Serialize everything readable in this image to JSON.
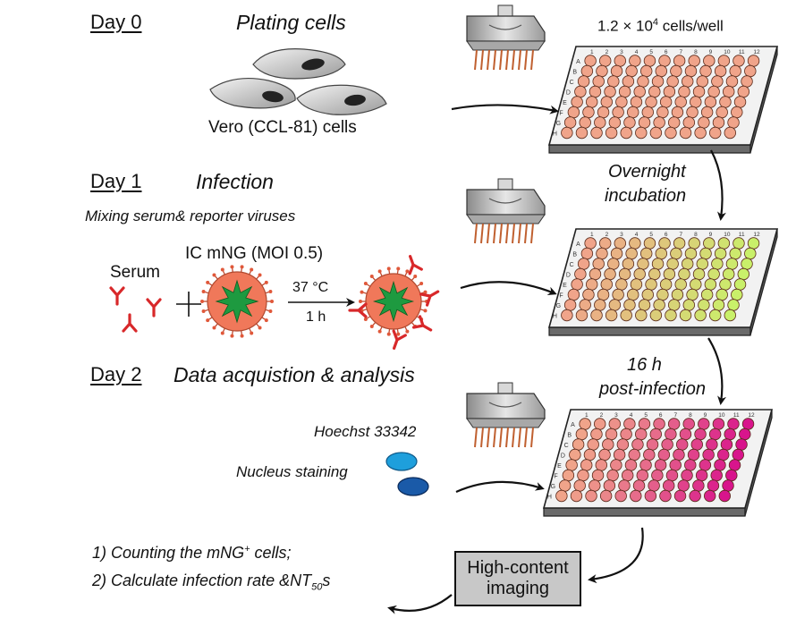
{
  "day0": {
    "label": "Day 0",
    "title": "Plating cells",
    "cells_label": "Vero (CCL-81) cells",
    "density_prefix": "1.2 × 10",
    "density_exp": "4",
    "density_suffix": " cells/well"
  },
  "step1": {
    "label": "Overnight",
    "label2": "incubation"
  },
  "day1": {
    "label": "Day 1",
    "title": "Infection",
    "subtitle": "Mixing serum& reporter viruses",
    "serum_label": "Serum",
    "virus_label": "IC mNG (MOI 0.5)",
    "plus": "+",
    "temp": "37 °C",
    "time": "1 h"
  },
  "step2": {
    "label": "16 h",
    "label2": "post-infection"
  },
  "day2": {
    "label": "Day 2",
    "title": "Data acquistion & analysis",
    "stain_name": "Hoechst 33342",
    "stain_label": "Nucleus staining",
    "analysis1_pre": "1) Counting the mNG",
    "analysis1_sup": "+",
    "analysis1_post": " cells;",
    "analysis2_pre": "2) Calculate infection rate &NT",
    "analysis2_sub": "50",
    "analysis2_post": "s",
    "imaging_line1": "High-content",
    "imaging_line2": "imaging"
  },
  "plate": {
    "rows": [
      "A",
      "B",
      "C",
      "D",
      "E",
      "F",
      "G",
      "H"
    ],
    "cols": [
      "1",
      "2",
      "3",
      "4",
      "5",
      "6",
      "7",
      "8",
      "9",
      "10",
      "11",
      "12"
    ]
  },
  "colors": {
    "well_plain": "#f0a48a",
    "well_mng": "#c9f06a",
    "well_stain": "#d8148c",
    "antibody": "#d8282a",
    "virus_body": "#f0785a",
    "virus_core": "#1e9a40",
    "stain_light": "#1e9fdc",
    "stain_dark": "#1a5aa8",
    "imaging_box": "#c8c8c8"
  }
}
